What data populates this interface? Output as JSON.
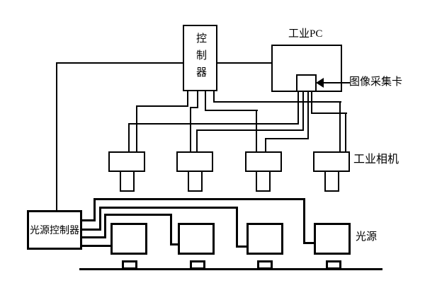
{
  "diagram": {
    "nodes": {
      "controller": {
        "label": "控制器"
      },
      "industrial_pc": {
        "label": "工业PC"
      },
      "capture_card": {
        "label": "图像采集卡"
      },
      "industrial_cameras": {
        "label": "工业相机",
        "count": 4
      },
      "light_controller": {
        "label": "光源控制器"
      },
      "light_sources": {
        "label": "光源",
        "count": 4
      }
    },
    "colors": {
      "line": "#000000",
      "background": "#ffffff"
    }
  }
}
